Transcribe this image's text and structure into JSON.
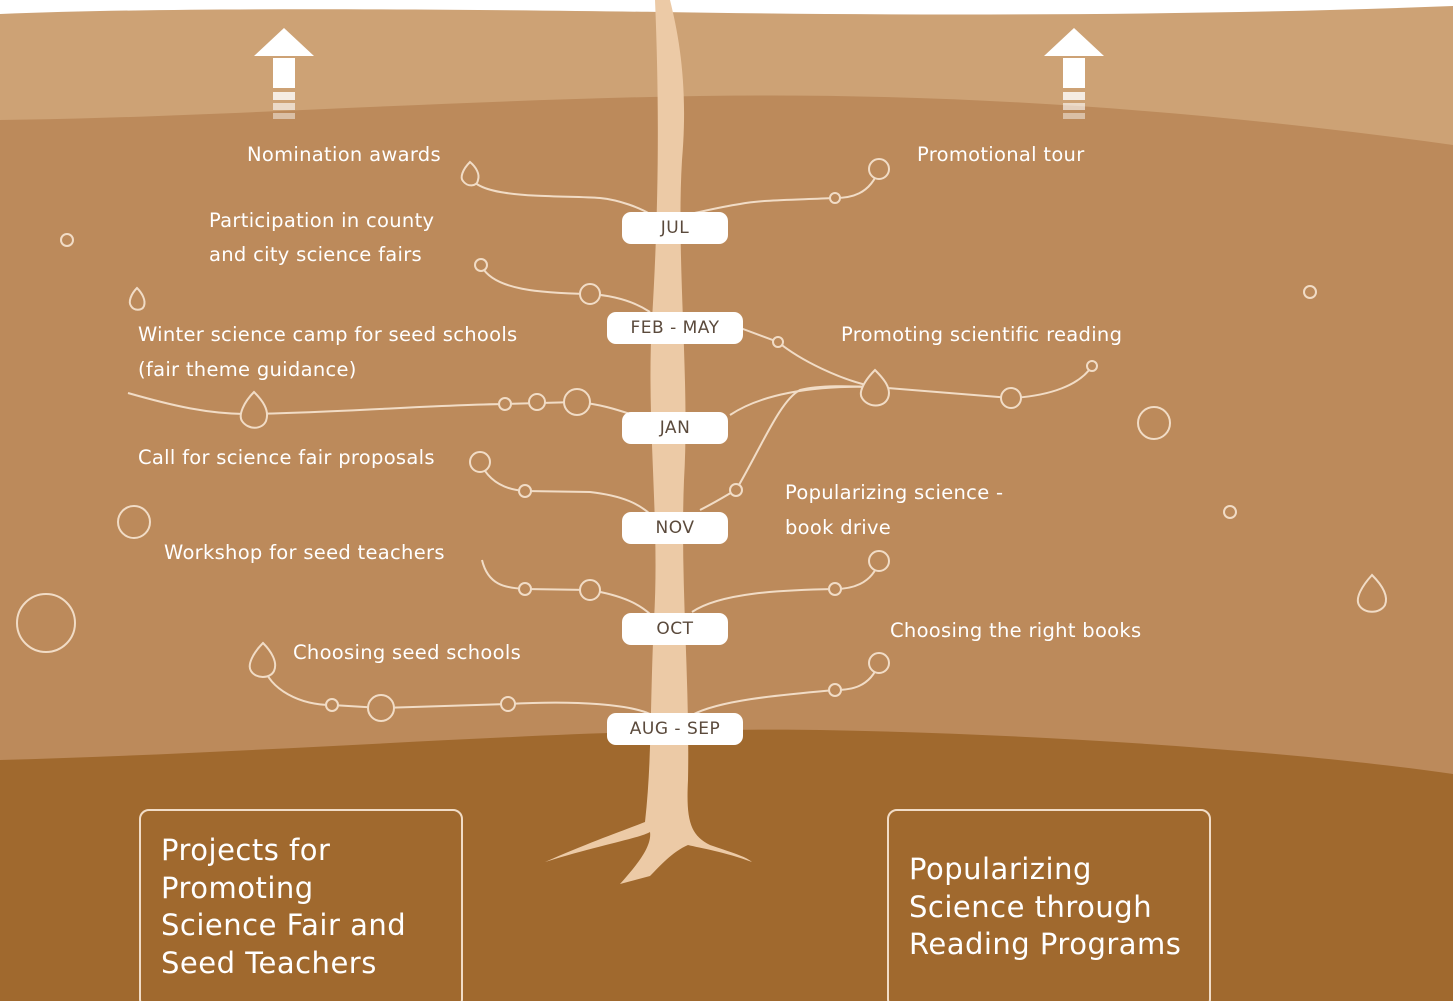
{
  "months": [
    "JUL",
    "FEB - MAY",
    "JAN",
    "NOV",
    "OCT",
    "AUG - SEP"
  ],
  "left_branches": {
    "nomination_awards": "Nomination awards",
    "county_fairs_1": "Participation in county",
    "county_fairs_2": "and city science fairs",
    "winter_camp_1": "Winter science camp for seed schools",
    "winter_camp_2": "(fair theme guidance)",
    "call_for_proposals": "Call for science fair proposals",
    "workshop": "Workshop for seed teachers",
    "choosing_schools": "Choosing seed schools"
  },
  "right_branches": {
    "promotional_tour": "Promotional tour",
    "scientific_reading": "Promoting scientific reading",
    "book_drive_1": "Popularizing science -",
    "book_drive_2": "book drive",
    "right_books": "Choosing the right books"
  },
  "boxes": {
    "left": [
      "Projects for",
      "Promoting",
      "Science Fair and",
      "Seed Teachers"
    ],
    "right": [
      "Popularizing",
      "Science through",
      "Reading Programs"
    ]
  },
  "colors": {
    "sky_band": "#cda275",
    "mid_band": "#bc8a5b",
    "soil": "#a0692e",
    "stem": "#eccaa6",
    "lines": "#f1dcc6"
  },
  "icons": [
    "up-arrow-icon",
    "droplet-icon",
    "bubble-icon"
  ]
}
